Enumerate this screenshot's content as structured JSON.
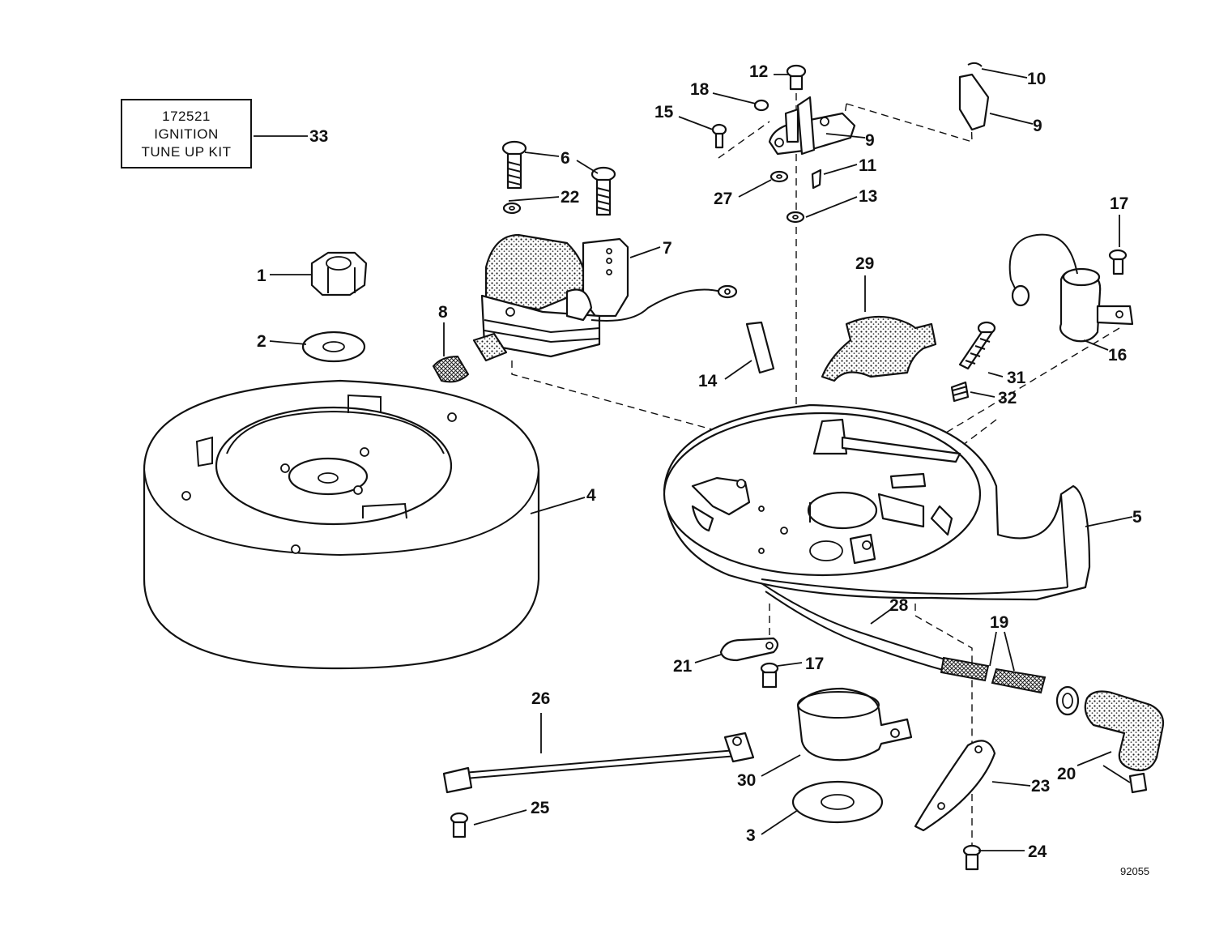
{
  "kit_box": {
    "part_number": "172521",
    "line1": "IGNITION",
    "line2": "TUNE UP KIT"
  },
  "figure_number": "92055",
  "callouts": {
    "c1": "1",
    "c2": "2",
    "c3": "3",
    "c4": "4",
    "c5": "5",
    "c6": "6",
    "c7": "7",
    "c8": "8",
    "c9a": "9",
    "c9b": "9",
    "c10": "10",
    "c11": "11",
    "c12": "12",
    "c13": "13",
    "c14": "14",
    "c15": "15",
    "c16": "16",
    "c17a": "17",
    "c17b": "17",
    "c18": "18",
    "c19": "19",
    "c20": "20",
    "c21": "21",
    "c22": "22",
    "c23": "23",
    "c24": "24",
    "c25": "25",
    "c26": "26",
    "c27": "27",
    "c28": "28",
    "c29": "29",
    "c30": "30",
    "c31": "31",
    "c32": "32",
    "c33": "33"
  }
}
